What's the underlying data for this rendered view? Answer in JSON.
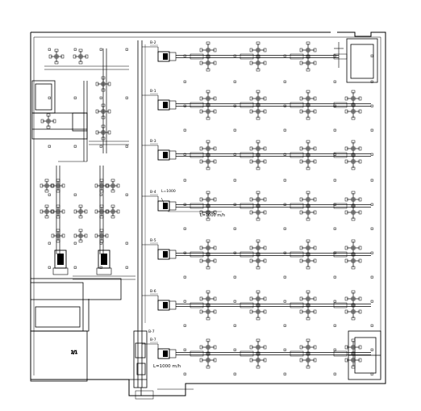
{
  "drawing": {
    "branch_tags": [
      "B-2",
      "B-1",
      "B-3",
      "B-4",
      "B-5",
      "B-6",
      "B-7"
    ],
    "notes": {
      "riser_main": "L=1000 m/h",
      "upper_riser_note": "L=1000",
      "bottom_note": "L=1000 m/h",
      "bottom_label_a": "B-7",
      "left_room_label": "2/1"
    },
    "colors": {
      "line": "#000000",
      "background": "#ffffff"
    }
  }
}
